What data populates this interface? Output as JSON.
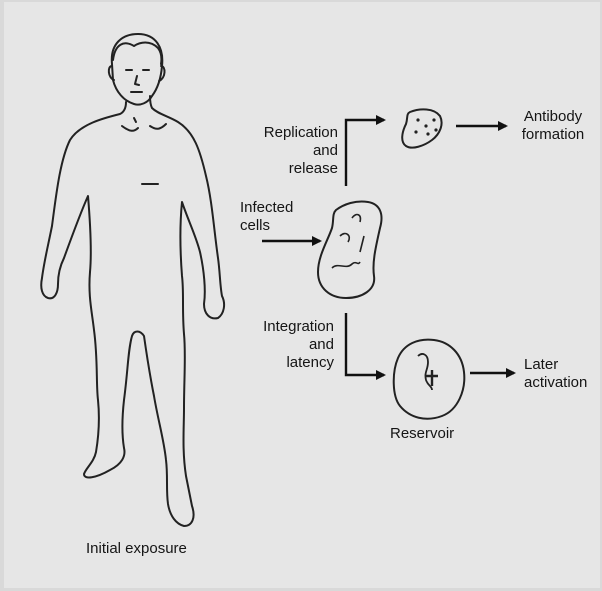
{
  "diagram": {
    "labels": {
      "replication": "Replication\nand\nrelease",
      "antibody": "Antibody\nformation",
      "infected": "Infected\ncells",
      "integration": "Integration\nand\nlatency",
      "later": "Later\nactivation",
      "reservoir": "Reservoir",
      "initial": "Initial exposure"
    }
  }
}
